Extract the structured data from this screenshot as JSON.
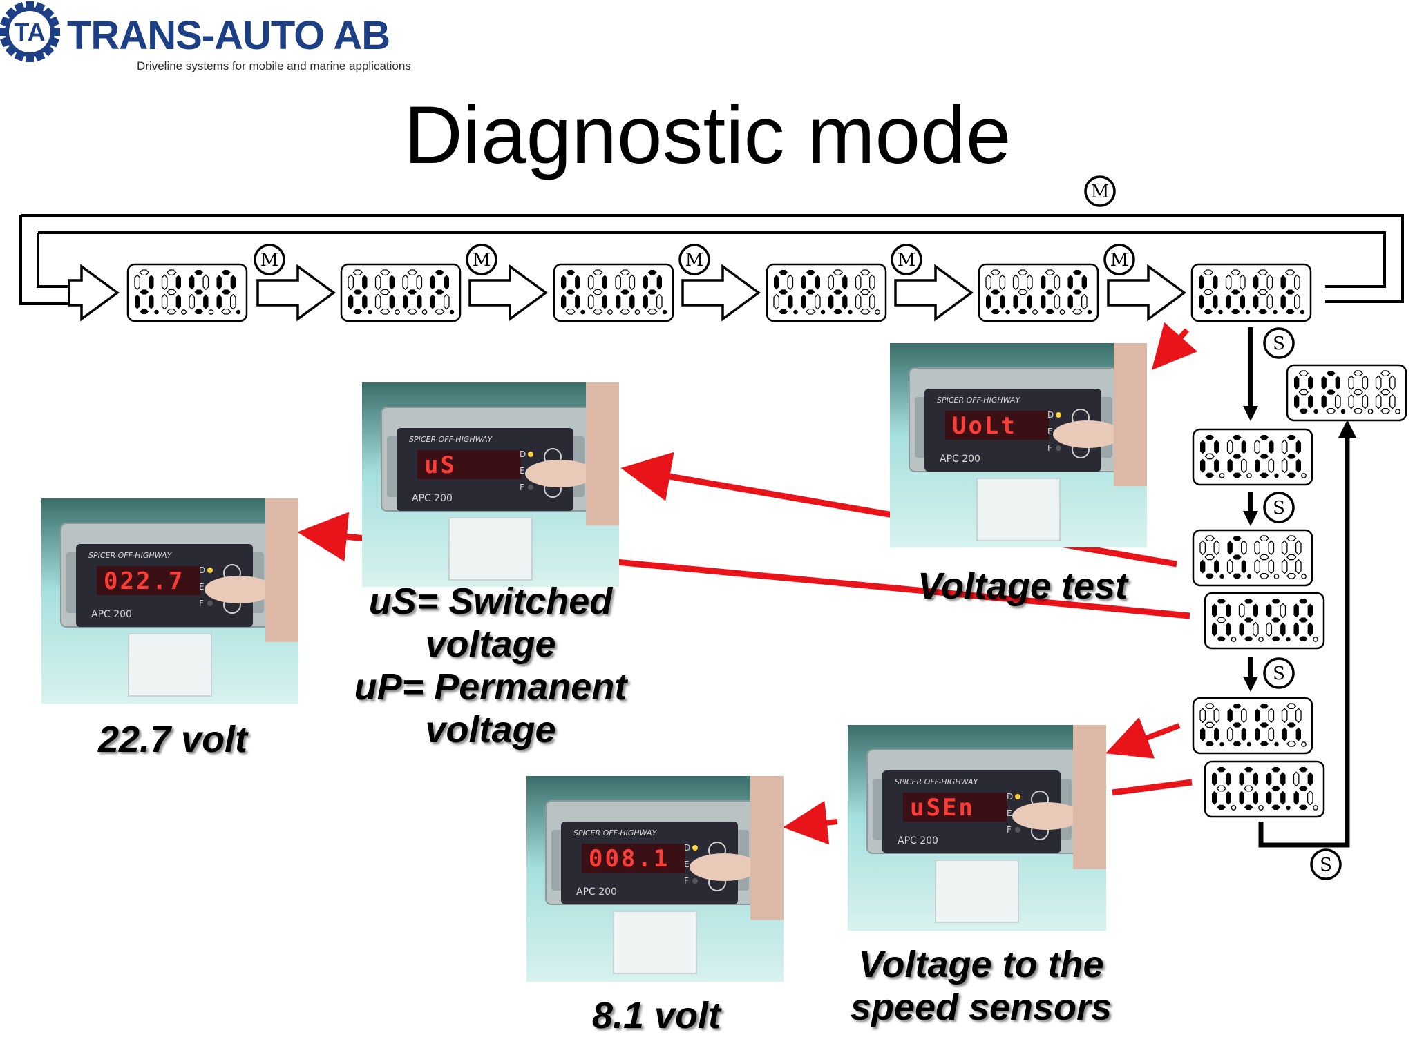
{
  "brand": {
    "name": "TRANS-AUTO AB",
    "logo_mark": "TA",
    "tagline": "Driveline systems for mobile and marine applications",
    "color": "#1c3f86"
  },
  "title": "Diagnostic mode",
  "button_labels": {
    "mode": "M",
    "select": "S"
  },
  "menu_displays": [
    "d.ISP.",
    "d.InP.",
    "A.InP.",
    "S.P.d.",
    "o.uTP.",
    "U.o.L.t."
  ],
  "voltage_displays": [
    "U.P.",
    "022.3",
    "u.S.",
    "025.8",
    "u.S.E.n",
    "008.2"
  ],
  "photos": [
    {
      "id": "voltage-test-photo",
      "device_brand": "SPICER OFF-HIGHWAY",
      "device_model": "APC 200",
      "screen": "UoLt"
    },
    {
      "id": "switched-voltage-photo",
      "device_brand": "SPICER OFF-HIGHWAY",
      "device_model": "APC 200",
      "screen": "uS"
    },
    {
      "id": "voltage-22-photo",
      "device_brand": "SPICER OFF-HIGHWAY",
      "device_model": "APC 200",
      "screen": "022.7"
    },
    {
      "id": "sensor-voltage-photo",
      "device_brand": "SPICER OFF-HIGHWAY",
      "device_model": "APC 200",
      "screen": "uSEn"
    },
    {
      "id": "voltage-8-photo",
      "device_brand": "SPICER OFF-HIGHWAY",
      "device_model": "APC 200",
      "screen": "008.1"
    }
  ],
  "device_leds": [
    "D",
    "E",
    "F"
  ],
  "captions": {
    "voltage_test": "Voltage test",
    "switched_line1": "uS= Switched",
    "switched_line2": "voltage",
    "permanent_line1": "uP= Permanent",
    "permanent_line2": "voltage",
    "volt_22": "22.7 volt",
    "sensors_line1": "Voltage to the",
    "sensors_line2": "speed sensors",
    "volt_8": "8.1 volt"
  },
  "colors": {
    "arrow_red": "#e8141a",
    "lcd_red": "#ff3b36",
    "photo_bg": "#a6e0de",
    "panel": "#2a2a34"
  }
}
